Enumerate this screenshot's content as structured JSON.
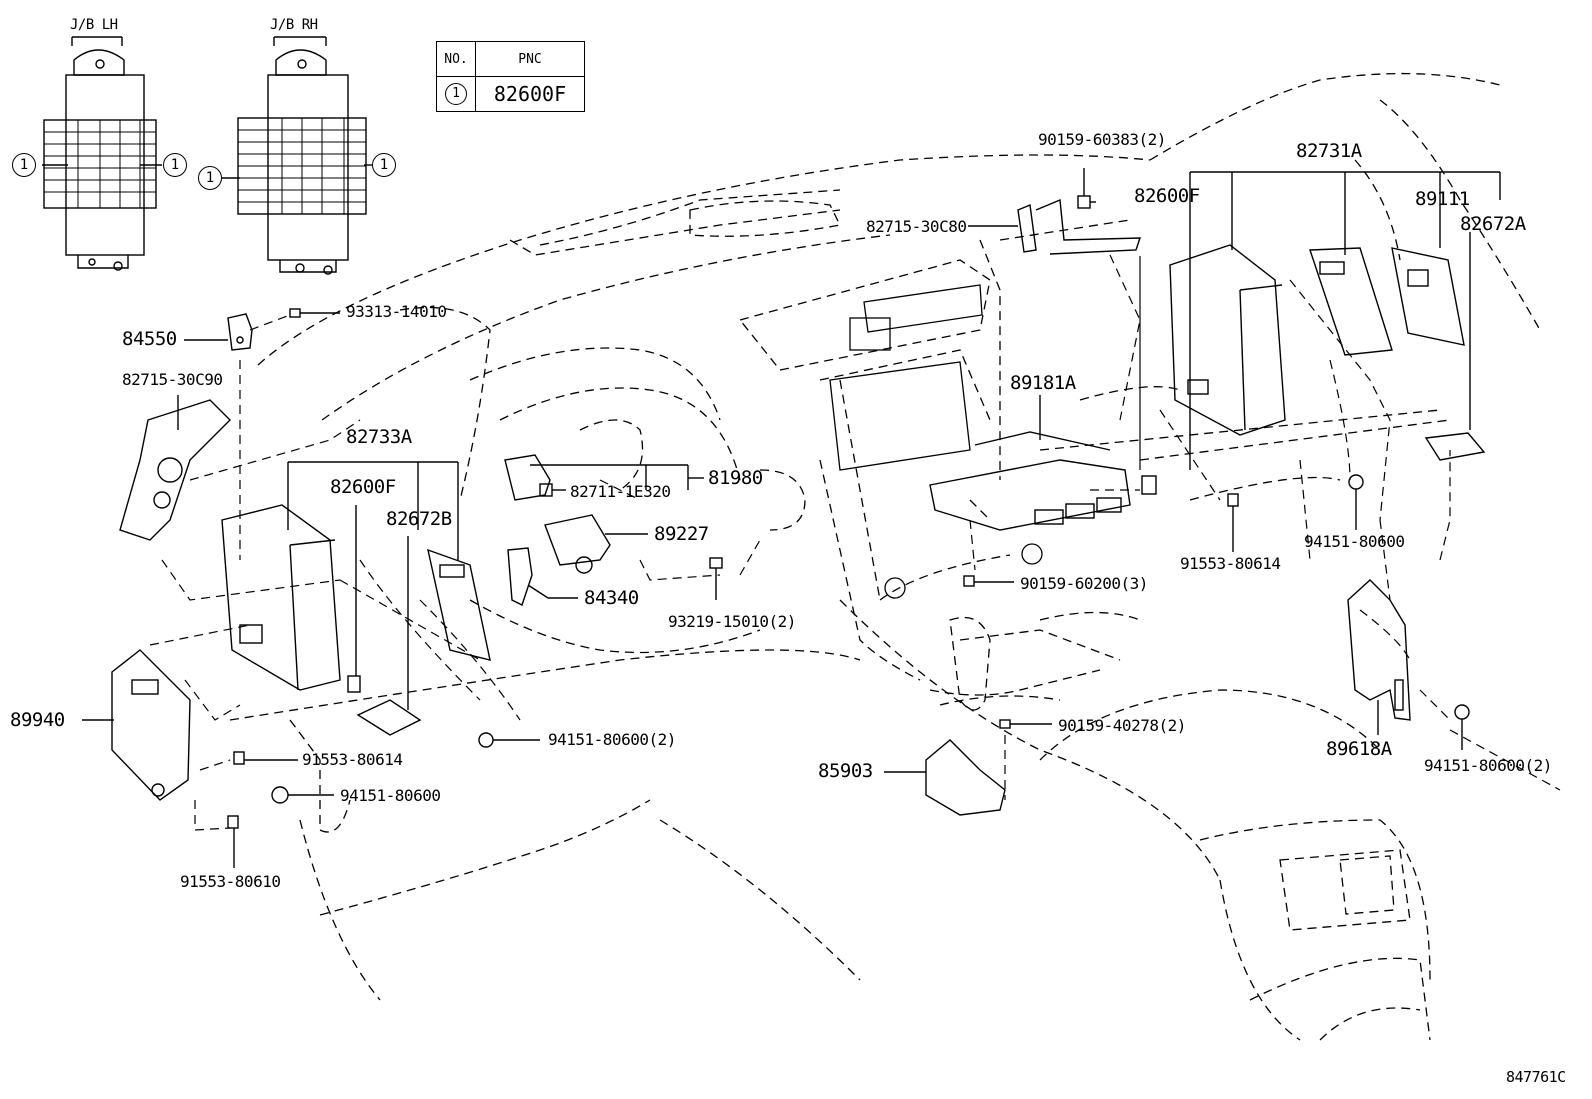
{
  "pnc_table": {
    "header_no": "NO.",
    "header_pnc": "PNC",
    "row_no": "1",
    "row_pnc": "82600F"
  },
  "jb": {
    "left_title": "J/B LH",
    "right_title": "J/B RH",
    "callout": "1"
  },
  "labels": {
    "p90159_60383": "90159-60383(2)",
    "p82731A": "82731A",
    "p82600F_r": "82600F",
    "p89111": "89111",
    "p82672A": "82672A",
    "p82715_30C80": "82715-30C80",
    "p93313_14010": "93313-14010",
    "p84550": "84550",
    "p82715_30C90": "82715-30C90",
    "p89181A": "89181A",
    "p82733A": "82733A",
    "p82600F_l": "82600F",
    "p81980": "81980",
    "p82711_1E320": "82711-1E320",
    "p82672B": "82672B",
    "p89227": "89227",
    "p84340": "84340",
    "p93219_15010": "93219-15010(2)",
    "p90159_60200": "90159-60200(3)",
    "p91553_80614_r": "91553-80614",
    "p94151_80600_r": "94151-80600",
    "p89940": "89940",
    "p94151_80600_2": "94151-80600(2)",
    "p91553_80614_l": "91553-80614",
    "p94151_80600_l": "94151-80600",
    "p90159_40278": "90159-40278(2)",
    "p89618A": "89618A",
    "p94151_80600_2r": "94151-80600(2)",
    "p85903": "85903",
    "p91553_80610": "91553-80610",
    "figure_id": "847761C"
  }
}
